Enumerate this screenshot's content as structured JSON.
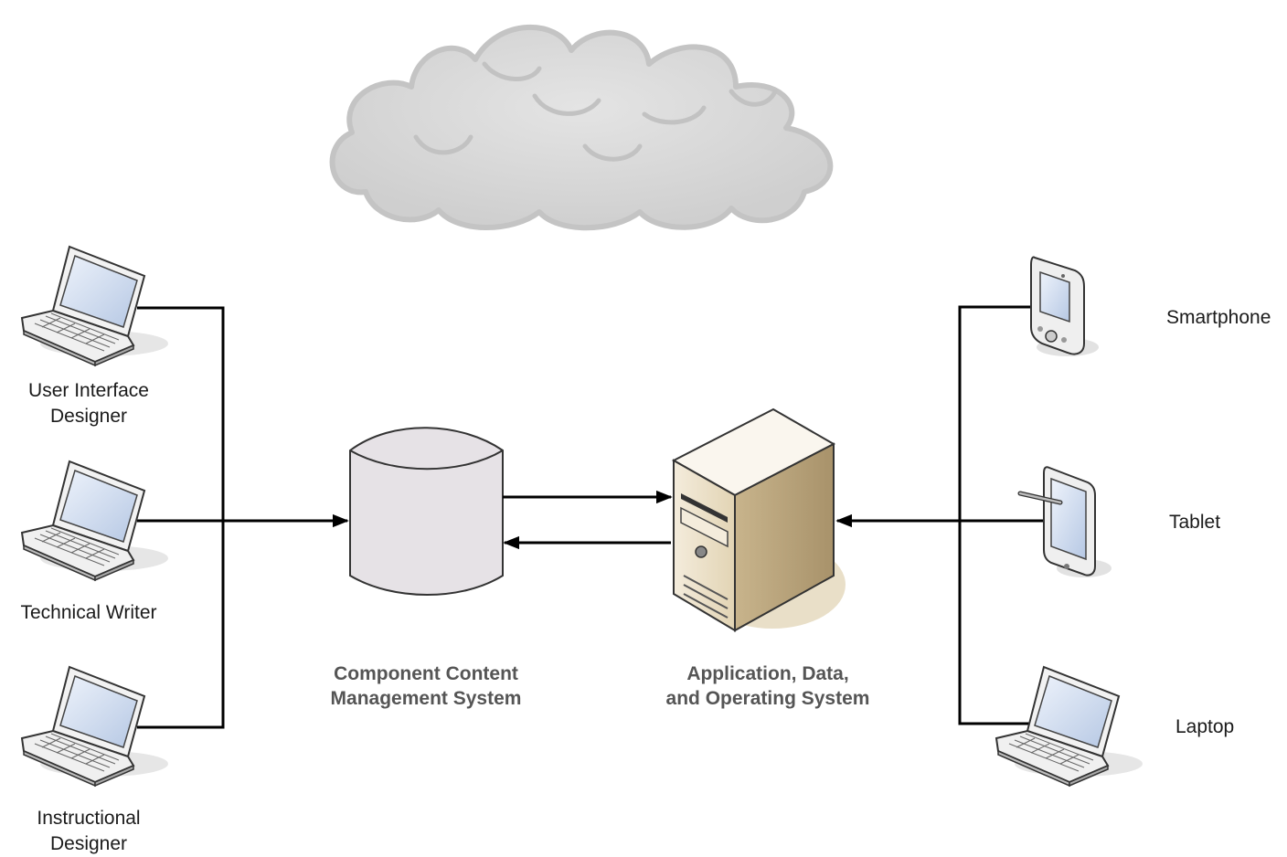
{
  "authors": [
    {
      "line1": "User Interface",
      "line2": "Designer"
    },
    {
      "line1": "Technical Writer",
      "line2": ""
    },
    {
      "line1": "Instructional",
      "line2": "Designer"
    }
  ],
  "ccms": {
    "line1": "Component Content",
    "line2": "Management System"
  },
  "server": {
    "line1": "Application, Data,",
    "line2": "and Operating System"
  },
  "devices": [
    {
      "label": "Smartphone"
    },
    {
      "label": "Tablet"
    },
    {
      "label": "Laptop"
    }
  ],
  "colors": {
    "line": "#000000",
    "cloud_fill": "#d9d9d9",
    "cylinder_fill": "#e6e2e6",
    "server_fill": "#e8dcc2",
    "screen_fill": "#c9d8ee",
    "bold_label": "#555555"
  },
  "icons": [
    "cloud-icon",
    "laptop-icon",
    "database-icon",
    "server-icon",
    "smartphone-icon",
    "tablet-icon"
  ]
}
